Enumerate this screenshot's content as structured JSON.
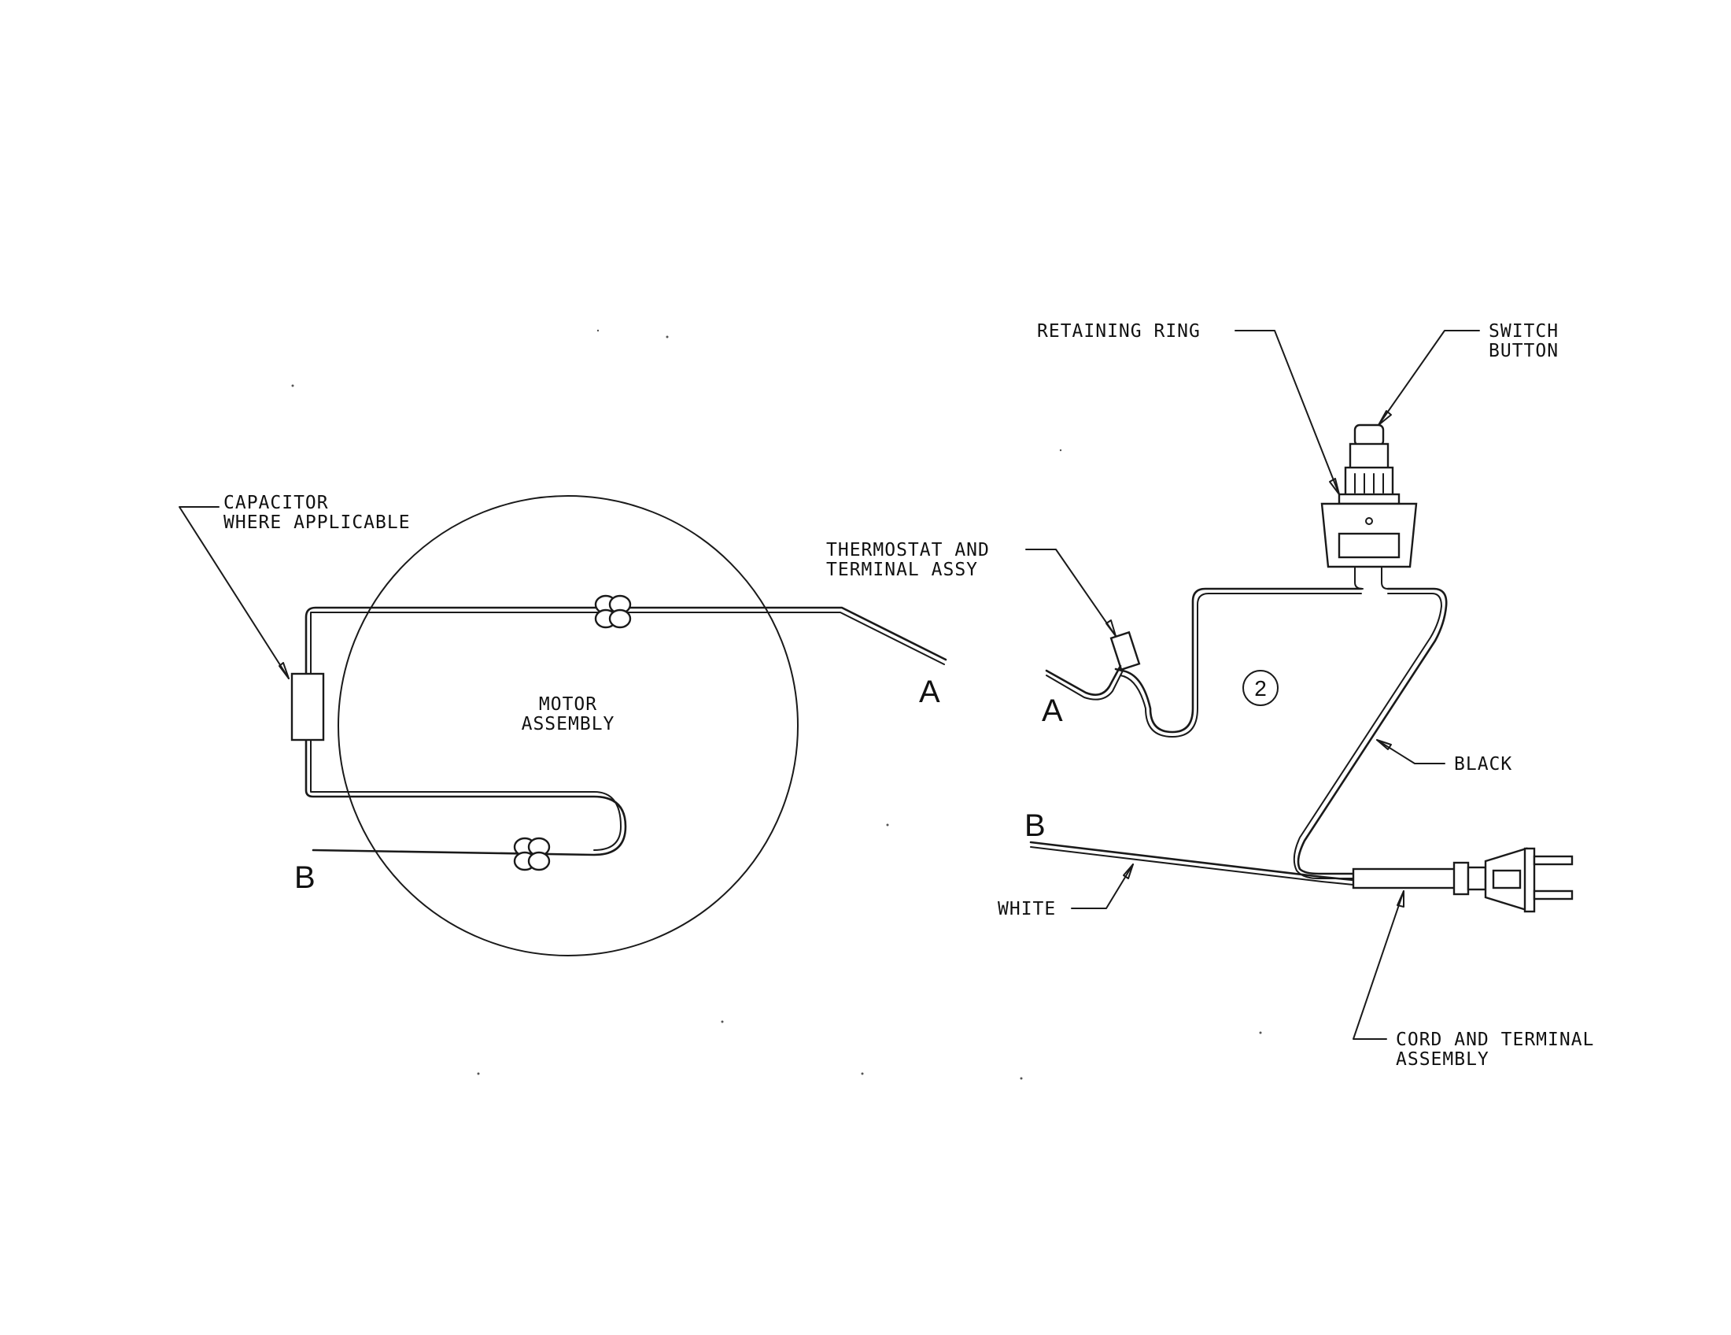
{
  "labels": {
    "capacitor_line1": "CAPACITOR",
    "capacitor_line2": "WHERE APPLICABLE",
    "motor_line1": "MOTOR",
    "motor_line2": "ASSEMBLY",
    "retaining_ring": "RETAINING RING",
    "switch_line1": "SWITCH",
    "switch_line2": "BUTTON",
    "thermostat_line1": "THERMOSTAT AND",
    "thermostat_line2": "TERMINAL ASSY",
    "black": "BLACK",
    "white": "WHITE",
    "cord_line1": "CORD AND TERMINAL",
    "cord_line2": "ASSEMBLY",
    "callout_number": "2"
  },
  "connectors": {
    "left_a": "A",
    "left_b": "B",
    "right_a": "A",
    "right_b": "B"
  }
}
